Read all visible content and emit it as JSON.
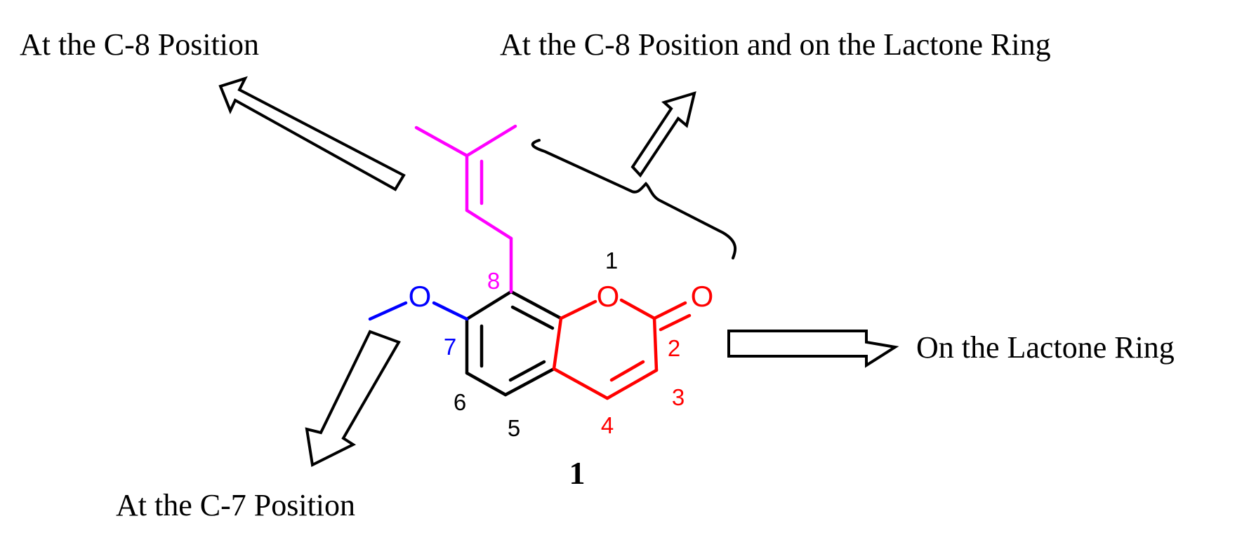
{
  "labels": {
    "c8_position": "At the C-8 Position",
    "c8_and_lactone": "At the C-8 Position and on the Lactone Ring",
    "lactone_ring": "On the Lactone Ring",
    "c7_position": "At the C-7 Position"
  },
  "compound": {
    "number": "1",
    "atoms": {
      "ring_oxygen": "O",
      "carbonyl_oxygen": "O",
      "methoxy_oxygen": "O"
    },
    "positions": {
      "p1": "1",
      "p2": "2",
      "p3": "3",
      "p4": "4",
      "p5": "5",
      "p6": "6",
      "p7": "7",
      "p8": "8"
    }
  },
  "colors": {
    "lactone": "#ff0000",
    "methoxy": "#0000ff",
    "prenyl": "#ff00ff",
    "benzene": "#000000"
  }
}
